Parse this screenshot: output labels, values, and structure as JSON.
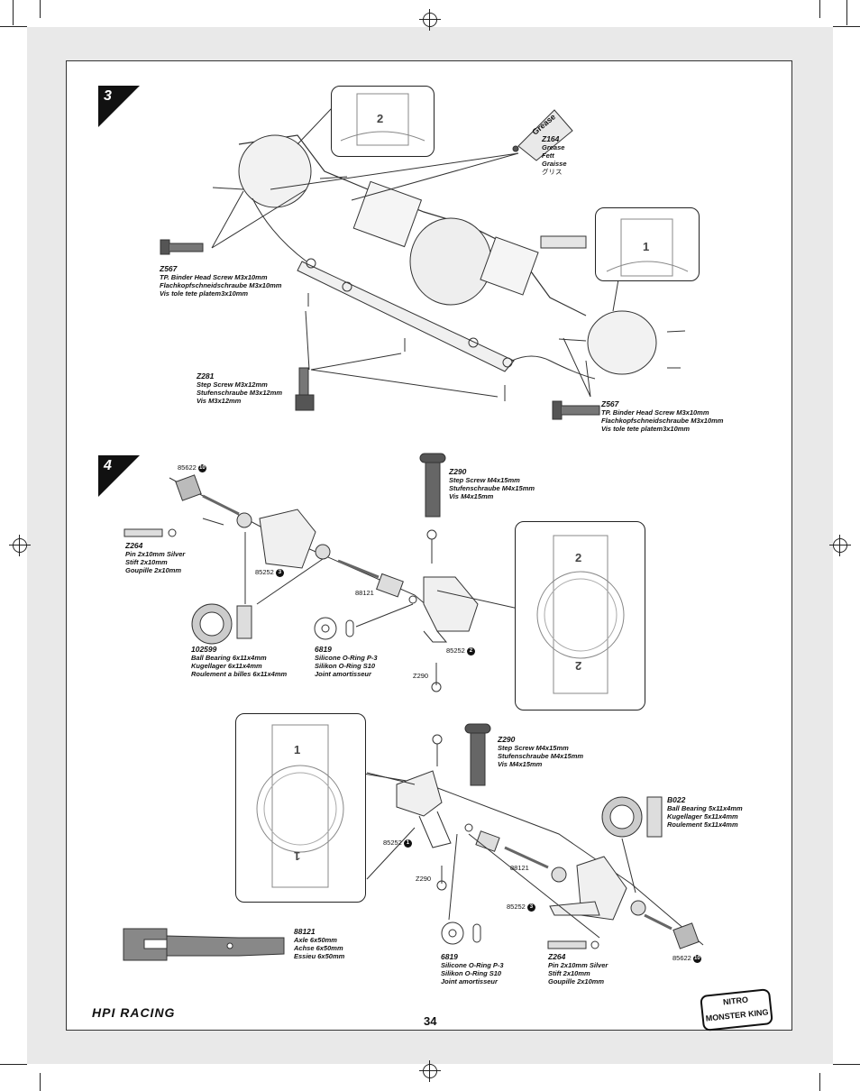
{
  "page_number": "34",
  "brand": {
    "left_logo": "HPI RACING",
    "right_logo": "NITRO MONSTER KING"
  },
  "steps": [
    {
      "number": "3",
      "insets": [
        "2",
        "1"
      ],
      "tube": "Grease",
      "parts": [
        {
          "code": "Z164",
          "lines": [
            "Grease",
            "Fett",
            "Graisse",
            "グリス"
          ]
        },
        {
          "code": "Z567",
          "lines": [
            "TP. Binder Head Screw M3x10mm",
            "Flachkopfschneidschraube M3x10mm",
            "Vis tole tete platem3x10mm"
          ]
        },
        {
          "code": "Z281",
          "lines": [
            "Step Screw M3x12mm",
            "Stufenschraube M3x12mm",
            "Vis M3x12mm"
          ]
        },
        {
          "code": "Z567",
          "lines": [
            "TP. Binder Head Screw M3x10mm",
            "Flachkopfschneidschraube M3x10mm",
            "Vis tole tete platem3x10mm"
          ]
        }
      ]
    },
    {
      "number": "4",
      "insets": [
        "2",
        "2",
        "1",
        "1"
      ],
      "parts": [
        {
          "code": "Z290",
          "lines": [
            "Step Screw M4x15mm",
            "Stufenschraube M4x15mm",
            "Vis M4x15mm"
          ]
        },
        {
          "code": "Z264",
          "lines": [
            "Pin 2x10mm Silver",
            "Stift 2x10mm",
            "Goupille 2x10mm"
          ]
        },
        {
          "code": "102599",
          "lines": [
            "Ball Bearing 6x11x4mm",
            "Kugellager 6x11x4mm",
            "Roulement a billes 6x11x4mm"
          ]
        },
        {
          "code": "6819",
          "lines": [
            "Silicone O-Ring P-3",
            "Silikon O-Ring S10",
            "Joint amortisseur"
          ]
        },
        {
          "code": "Z290",
          "lines": [
            "Step Screw M4x15mm",
            "Stufenschraube M4x15mm",
            "Vis M4x15mm"
          ]
        },
        {
          "code": "B022",
          "lines": [
            "Ball Bearing 5x11x4mm",
            "Kugellager 5x11x4mm",
            "Roulement 5x11x4mm"
          ]
        },
        {
          "code": "88121",
          "lines": [
            "Axle 6x50mm",
            "Achse 6x50mm",
            "Essieu 6x50mm"
          ]
        },
        {
          "code": "6819",
          "lines": [
            "Silicone O-Ring P-3",
            "Silikon O-Ring S10",
            "Joint amortisseur"
          ]
        },
        {
          "code": "Z264",
          "lines": [
            "Pin 2x10mm Silver",
            "Stift 2x10mm",
            "Goupille 2x10mm"
          ]
        }
      ],
      "callouts": [
        {
          "text": "85622",
          "badge": "10"
        },
        {
          "text": "85252",
          "badge": "3"
        },
        {
          "text": "88121",
          "badge": ""
        },
        {
          "text": "85252",
          "badge": "2"
        },
        {
          "text": "Z290",
          "badge": ""
        },
        {
          "text": "85252",
          "badge": "1"
        },
        {
          "text": "Z290",
          "badge": ""
        },
        {
          "text": "88121",
          "badge": ""
        },
        {
          "text": "85252",
          "badge": "3"
        },
        {
          "text": "85622",
          "badge": "10"
        }
      ]
    }
  ]
}
